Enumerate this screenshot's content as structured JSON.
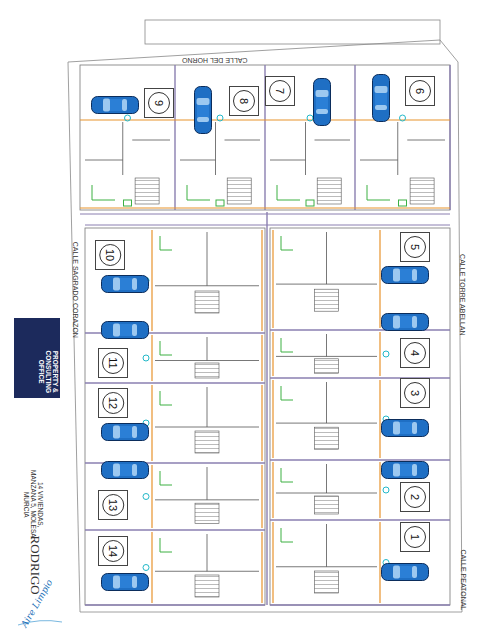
{
  "diagram": {
    "nodes": [
      {
        "text": [
          "9"
        ]
      },
      {
        "text": [
          "8"
        ]
      },
      {
        "text": [
          "7"
        ]
      },
      {
        "text": [
          "6"
        ]
      },
      {
        "text": [
          "10"
        ]
      },
      {
        "text": [
          "5"
        ]
      },
      {
        "text": [
          "11"
        ]
      },
      {
        "text": [
          "4"
        ]
      },
      {
        "text": [
          "12"
        ]
      },
      {
        "text": [
          "3"
        ]
      },
      {
        "text": [
          "13"
        ]
      },
      {
        "text": [
          "2"
        ]
      },
      {
        "text": [
          "14"
        ]
      },
      {
        "text": [
          "1"
        ]
      }
    ],
    "edges": [],
    "labels": [
      "CALLE DEL HORNO",
      "CALLE SAGRADO CORAZON",
      "CALLE TORRE ABELLAN",
      "CALLE PEATONAL",
      "PROPERTY & CONSULTING OFFICE",
      "14 VIVIENDAS, MANZANA 5, MOLESA. MURCIA",
      "RODRIGO",
      "Aire Limpio"
    ]
  }
}
